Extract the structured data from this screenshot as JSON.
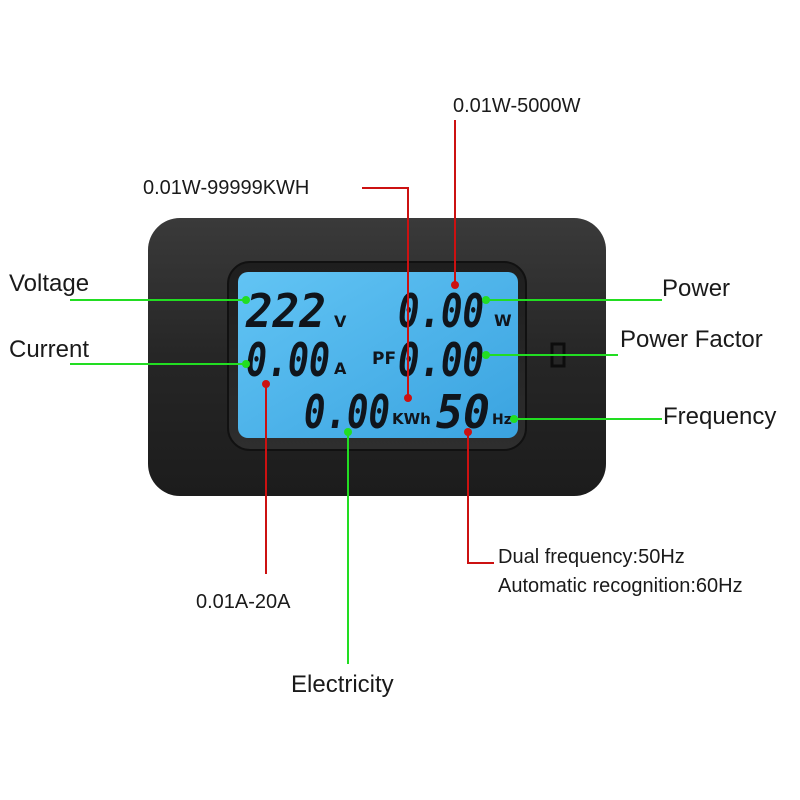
{
  "display": {
    "voltage": "222",
    "voltage_unit": "V",
    "current": "0.00",
    "current_unit": "A",
    "power": "0.00",
    "power_unit": "W",
    "pf_prefix": "PF",
    "power_factor": "0.00",
    "energy": "0.00",
    "energy_unit": "KWh",
    "frequency": "50",
    "frequency_unit": "Hz"
  },
  "labels": {
    "voltage": "Voltage",
    "current": "Current",
    "power": "Power",
    "power_factor": "Power Factor",
    "frequency": "Frequency",
    "electricity": "Electricity",
    "power_range": "0.01W-5000W",
    "energy_range": "0.01W-99999KWH",
    "current_range": "0.01A-20A",
    "freq_note_1": "Dual frequency:50Hz",
    "freq_note_2": "Automatic recognition:60Hz"
  },
  "colors": {
    "green_line": "#22dd22",
    "red_line": "#cc1111",
    "lcd": "#49b3ee",
    "case": "#2b2b2b"
  }
}
